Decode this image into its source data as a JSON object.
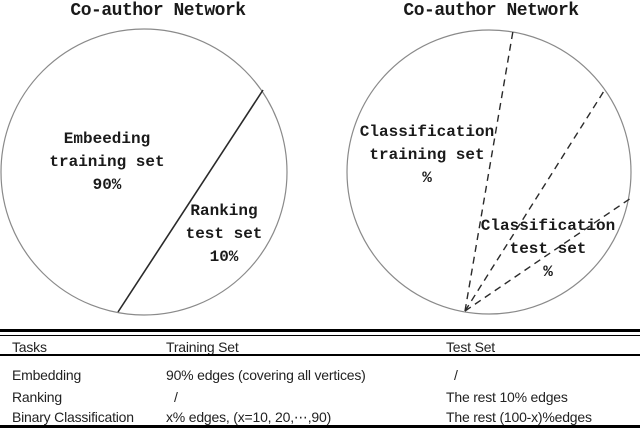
{
  "left_chart": {
    "title": "Co-author Network",
    "segments": [
      {
        "name": "embedding-training",
        "lines": [
          "Embeeding",
          "training set",
          "90%"
        ]
      },
      {
        "name": "ranking-test",
        "lines": [
          "Ranking",
          "test set",
          "10%"
        ]
      }
    ]
  },
  "right_chart": {
    "title": "Co-author Network",
    "segments": [
      {
        "name": "classification-training",
        "lines": [
          "Classification",
          "training set",
          "%"
        ]
      },
      {
        "name": "classification-test",
        "lines": [
          "Classification",
          "test set",
          "%"
        ]
      }
    ]
  },
  "table": {
    "headers": [
      "Tasks",
      "Training Set",
      "Test Set"
    ],
    "rows": [
      [
        "Embedding",
        "90% edges (covering all vertices)",
        "/"
      ],
      [
        "Ranking",
        "/",
        "The rest 10% edges"
      ],
      [
        "Binary Classification",
        "x% edges, (x=10, 20,⋯,90)",
        "The rest (100-x)%edges"
      ]
    ]
  },
  "colors": {
    "ink": "#1a1a1a",
    "circle_stroke": "#8a8a8a",
    "line_stroke": "#2a2a2a",
    "rule": "#000000",
    "background": "#ffffff"
  }
}
